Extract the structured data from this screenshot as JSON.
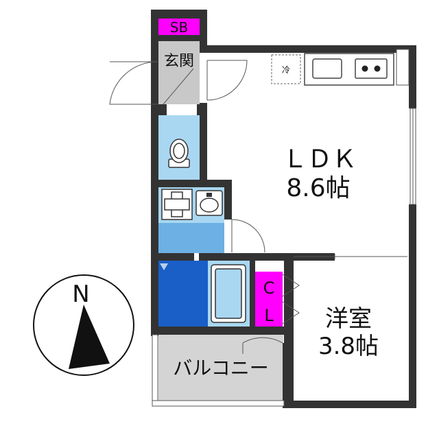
{
  "rooms": {
    "sb": "SB",
    "entrance": "玄関",
    "ldk_name": "ＬＤＫ",
    "ldk_size": "8.6帖",
    "closet_top": "C",
    "closet_bottom": "L",
    "western_name": "洋室",
    "western_size": "3.8帖",
    "balcony": "バルコニー"
  },
  "fridge": "冷",
  "compass": "N",
  "colors": {
    "wall": "#333333",
    "storage": "#ff00ff",
    "wet_light": "#a9d7f2",
    "wet_mid": "#3b8fd8",
    "wet_dark": "#1a5fc8",
    "balcony": "#d4d4d4",
    "entry": "#c8c8c8"
  }
}
